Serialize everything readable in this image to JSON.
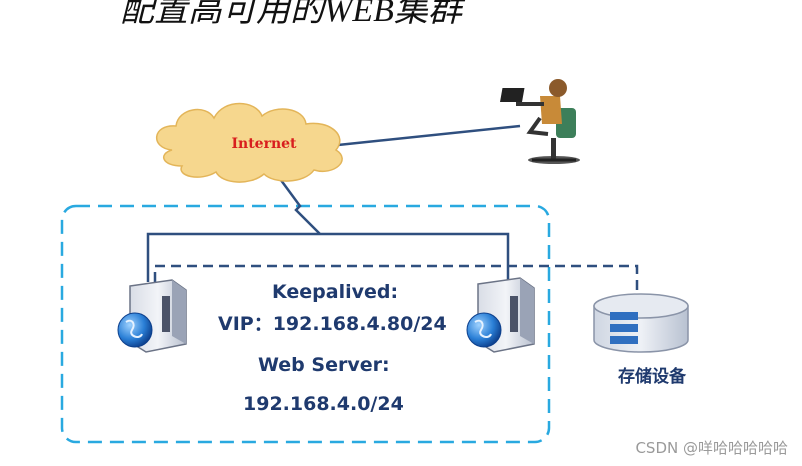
{
  "header": {
    "title": "配置高可用的WEB集群"
  },
  "cloud": {
    "label": "Internet"
  },
  "cluster": {
    "keepalived_label": "Keepalived:",
    "vip_label": "VIP：192.168.4.80/24",
    "webserver_label": "Web Server:",
    "network_label": "192.168.4.0/24"
  },
  "storage": {
    "label": "存储设备"
  },
  "watermark": {
    "text": "CSDN @咩哈哈哈哈哈"
  },
  "colors": {
    "cloud_fill": "#f6d78e",
    "cloud_text": "#d81e1e",
    "line": "#2f4f7f",
    "dashed_box": "#29a9e0",
    "label": "#1f3a6e"
  },
  "icons": [
    "cloud-icon",
    "user-at-laptop-icon",
    "server-icon",
    "globe-icon",
    "storage-icon"
  ]
}
